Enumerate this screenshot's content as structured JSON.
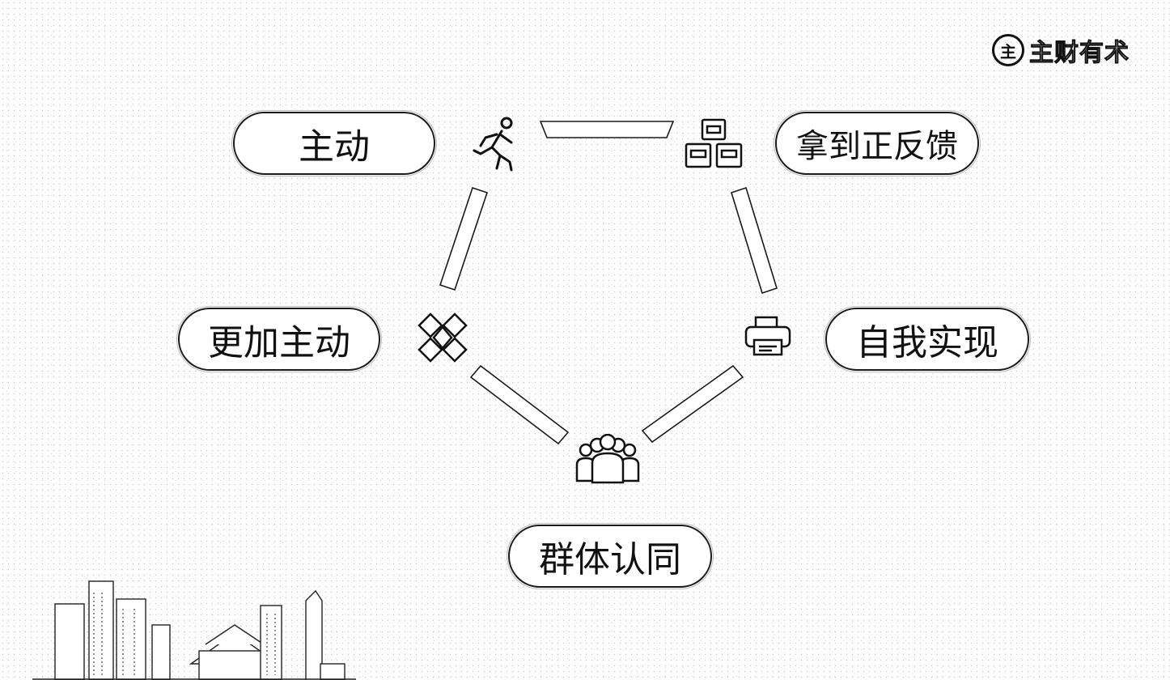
{
  "logo": {
    "mark": "主",
    "text": "主财有术"
  },
  "nodes": {
    "initiative": {
      "label": "主动",
      "icon": "runner-icon"
    },
    "feedback": {
      "label": "拿到正反馈",
      "icon": "stacked-blocks-icon"
    },
    "self_realization": {
      "label": "自我实现",
      "icon": "printer-icon"
    },
    "group_identity": {
      "label": "群体认同",
      "icon": "people-group-icon"
    },
    "more_initiative": {
      "label": "更加主动",
      "icon": "interlocking-diamonds-icon"
    }
  },
  "colors": {
    "ink": "#111111",
    "background": "#fdfdfd"
  }
}
